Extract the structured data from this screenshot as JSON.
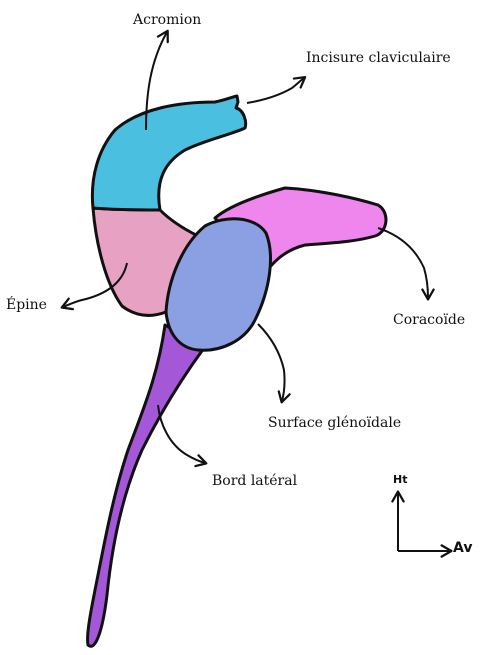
{
  "labels": {
    "acromion": "Acromion",
    "incisure": "Incisure claviculaire",
    "epine": "Épine",
    "coracoide": "Coracoïde",
    "glenoid": "Surface glénoïdale",
    "bord_lateral": "Bord latéral"
  },
  "axes": {
    "up": "Ht",
    "forward": "Av"
  },
  "colors": {
    "acromion": "#4bbfe0",
    "spine": "#e7a2c3",
    "coracoid": "#ee86ee",
    "glenoid": "#8aa0e2",
    "lateral_border": "#a458d8",
    "outline": "#111111"
  }
}
